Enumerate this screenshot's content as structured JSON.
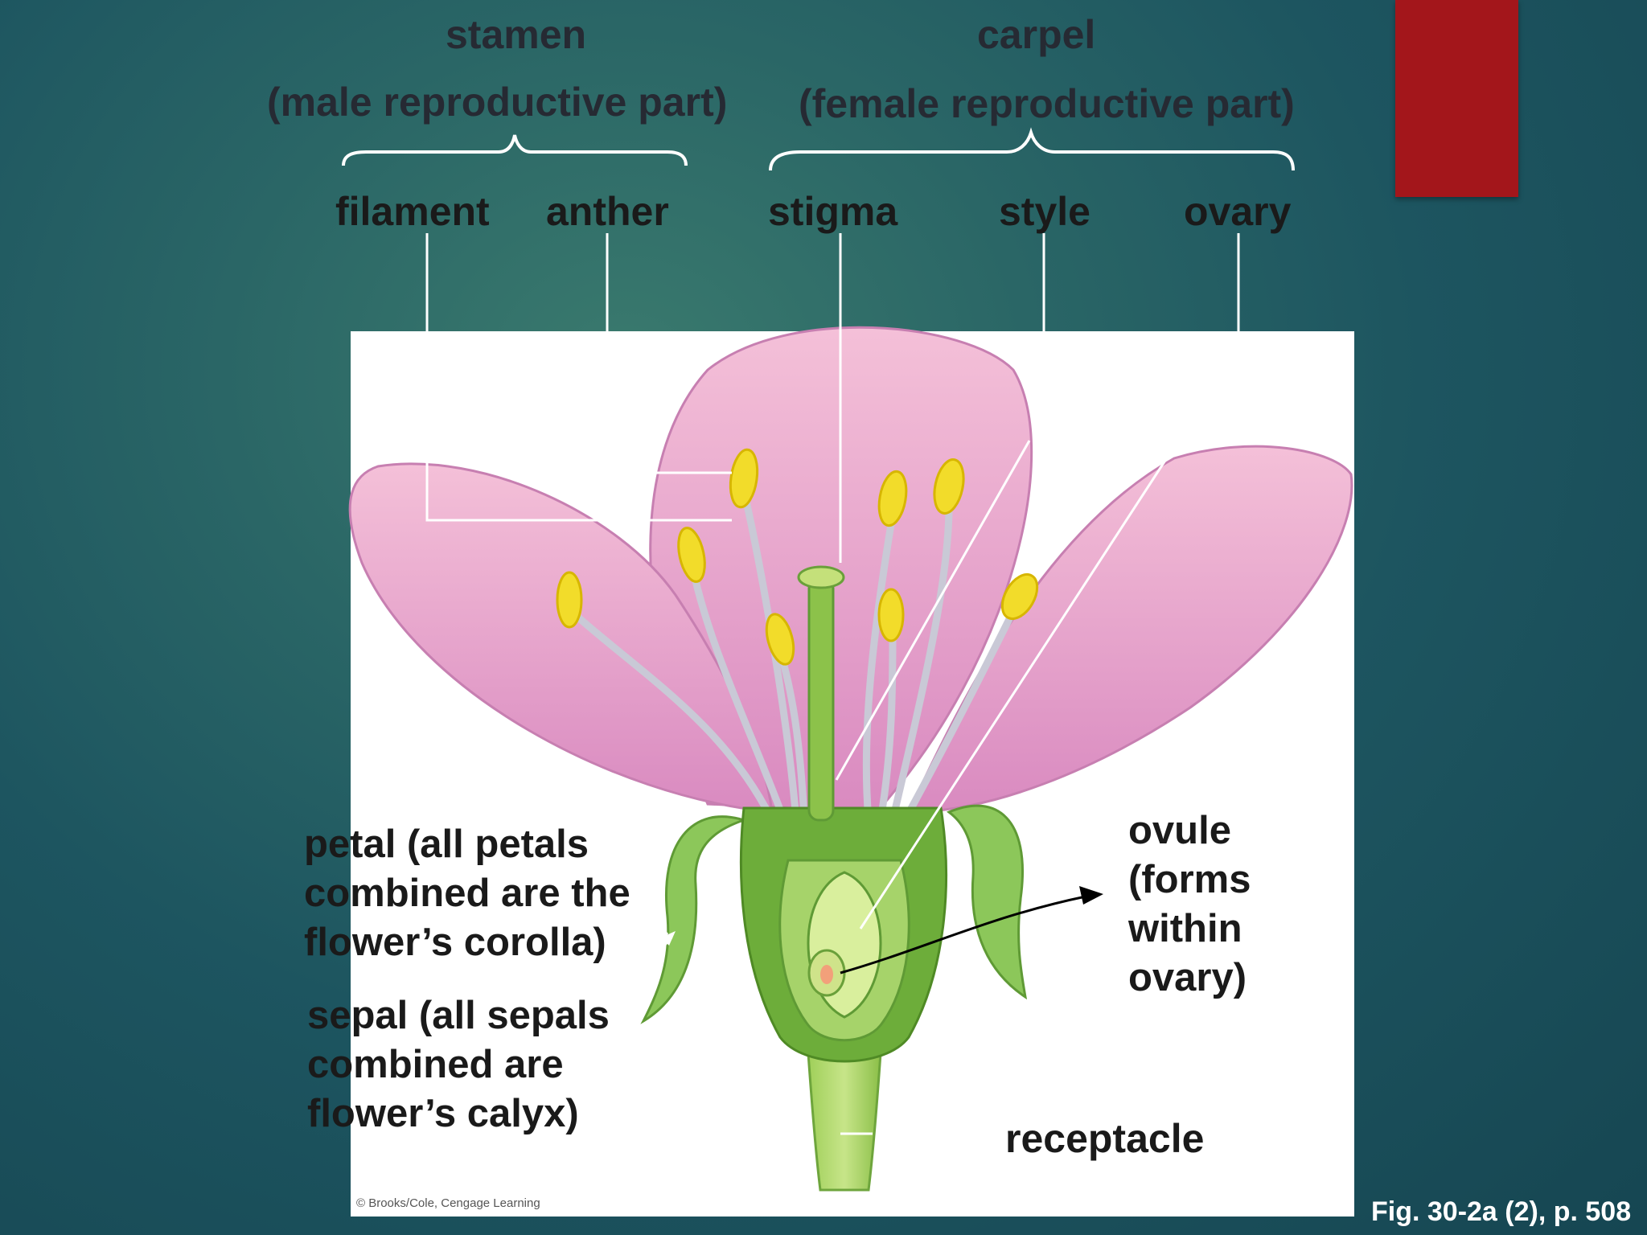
{
  "headers": {
    "stamen": "stamen",
    "stamen_sub": "(male reproductive part)",
    "carpel": "carpel",
    "carpel_sub": "(female reproductive part)"
  },
  "parts": {
    "filament": "filament",
    "anther": "anther",
    "stigma": "stigma",
    "style": "style",
    "ovary": "ovary"
  },
  "callouts": {
    "petal": "petal (all petals combined are the flower’s corolla)",
    "sepal": "sepal (all sepals combined are flower’s calyx)",
    "ovule": "ovule (forms within ovary)",
    "receptacle": "receptacle"
  },
  "credit": "© Brooks/Cole, Cengage Learning",
  "figure_ref": "Fig. 30-2a (2), p. 508",
  "colors": {
    "accent": "#a3161b",
    "petal": "#e8a6cf",
    "anther": "#f2dc2a",
    "stem": "#8cc24a"
  }
}
